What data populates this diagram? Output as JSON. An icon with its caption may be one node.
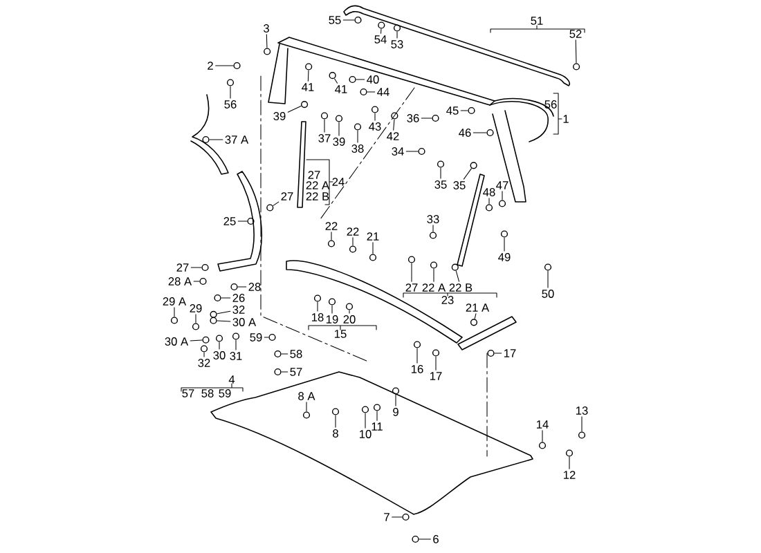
{
  "diagram": {
    "nodes": [
      {
        "text": [
          "55"
        ]
      },
      {
        "text": [
          "54"
        ]
      },
      {
        "text": [
          "53"
        ]
      },
      {
        "text": [
          "52"
        ]
      },
      {
        "text": [
          "3"
        ]
      },
      {
        "text": [
          "2"
        ]
      },
      {
        "text": [
          "56"
        ]
      },
      {
        "text": [
          "41"
        ]
      },
      {
        "text": [
          "41"
        ]
      },
      {
        "text": [
          "40"
        ]
      },
      {
        "text": [
          "44"
        ]
      },
      {
        "text": [
          "39"
        ]
      },
      {
        "text": [
          "37"
        ]
      },
      {
        "text": [
          "39"
        ]
      },
      {
        "text": [
          "38"
        ]
      },
      {
        "text": [
          "43"
        ]
      },
      {
        "text": [
          "42"
        ]
      },
      {
        "text": [
          "36"
        ]
      },
      {
        "text": [
          "45"
        ]
      },
      {
        "text": [
          "46"
        ]
      },
      {
        "text": [
          "37 A"
        ]
      },
      {
        "text": [
          "34"
        ]
      },
      {
        "text": [
          "35"
        ]
      },
      {
        "text": [
          "35"
        ]
      },
      {
        "text": [
          "48"
        ]
      },
      {
        "text": [
          "47"
        ]
      },
      {
        "text": [
          "33"
        ]
      },
      {
        "text": [
          "27"
        ]
      },
      {
        "text": [
          "25"
        ]
      },
      {
        "text": [
          "22"
        ]
      },
      {
        "text": [
          "22"
        ]
      },
      {
        "text": [
          "21"
        ]
      },
      {
        "text": [
          "27"
        ]
      },
      {
        "text": [
          "28 A"
        ]
      },
      {
        "text": [
          "28"
        ]
      },
      {
        "text": [
          "26"
        ]
      },
      {
        "text": [
          "29 A"
        ]
      },
      {
        "text": [
          "29"
        ]
      },
      {
        "text": [
          "32"
        ]
      },
      {
        "text": [
          "30 A"
        ]
      },
      {
        "text": [
          "30 A"
        ]
      },
      {
        "text": [
          "32"
        ]
      },
      {
        "text": [
          "30"
        ]
      },
      {
        "text": [
          "31"
        ]
      },
      {
        "text": [
          "59"
        ]
      },
      {
        "text": [
          "58"
        ]
      },
      {
        "text": [
          "57"
        ]
      },
      {
        "text": [
          "18"
        ]
      },
      {
        "text": [
          "19"
        ]
      },
      {
        "text": [
          "20"
        ]
      },
      {
        "text": [
          "8 A"
        ]
      },
      {
        "text": [
          "8"
        ]
      },
      {
        "text": [
          "9"
        ]
      },
      {
        "text": [
          "10"
        ]
      },
      {
        "text": [
          "11"
        ]
      },
      {
        "text": [
          "16"
        ]
      },
      {
        "text": [
          "17"
        ]
      },
      {
        "text": [
          "17"
        ]
      },
      {
        "text": [
          "21 A"
        ]
      },
      {
        "text": [
          "27"
        ]
      },
      {
        "text": [
          "22 A"
        ]
      },
      {
        "text": [
          "22 B"
        ]
      },
      {
        "text": [
          "49"
        ]
      },
      {
        "text": [
          "50"
        ]
      },
      {
        "text": [
          "14"
        ]
      },
      {
        "text": [
          "13"
        ]
      },
      {
        "text": [
          "12"
        ]
      },
      {
        "text": [
          "7"
        ]
      },
      {
        "text": [
          "6"
        ]
      },
      {
        "text": [],
        "shape": "circle"
      },
      {
        "text": [],
        "shape": "circle"
      },
      {
        "text": [],
        "shape": "circle"
      },
      {
        "text": [],
        "shape": "circle"
      },
      {
        "text": [],
        "shape": "circle"
      },
      {
        "text": [],
        "shape": "circle"
      },
      {
        "text": [],
        "shape": "circle"
      },
      {
        "text": [],
        "shape": "circle"
      },
      {
        "text": [],
        "shape": "circle"
      },
      {
        "text": [],
        "shape": "circle"
      },
      {
        "text": [],
        "shape": "circle"
      },
      {
        "text": [],
        "shape": "circle"
      },
      {
        "text": [],
        "shape": "circle"
      },
      {
        "text": [],
        "shape": "circle"
      },
      {
        "text": [],
        "shape": "circle"
      },
      {
        "text": [],
        "shape": "circle"
      },
      {
        "text": [],
        "shape": "circle"
      },
      {
        "text": [],
        "shape": "circle"
      },
      {
        "text": [],
        "shape": "circle"
      },
      {
        "text": [],
        "shape": "circle"
      },
      {
        "text": [],
        "shape": "circle"
      },
      {
        "text": [],
        "shape": "circle"
      },
      {
        "text": [],
        "shape": "circle"
      },
      {
        "text": [],
        "shape": "circle"
      },
      {
        "text": [],
        "shape": "circle"
      },
      {
        "text": [],
        "shape": "circle"
      },
      {
        "text": [],
        "shape": "circle"
      },
      {
        "text": [],
        "shape": "circle"
      },
      {
        "text": [],
        "shape": "circle"
      },
      {
        "text": [],
        "shape": "circle"
      },
      {
        "text": [],
        "shape": "circle"
      },
      {
        "text": [],
        "shape": "circle"
      },
      {
        "text": [],
        "shape": "circle"
      },
      {
        "text": [],
        "shape": "circle"
      },
      {
        "text": [],
        "shape": "circle"
      },
      {
        "text": [],
        "shape": "circle"
      },
      {
        "text": [],
        "shape": "circle"
      },
      {
        "text": [],
        "shape": "circle"
      },
      {
        "text": [],
        "shape": "circle"
      },
      {
        "text": [],
        "shape": "circle"
      },
      {
        "text": [],
        "shape": "circle"
      },
      {
        "text": [],
        "shape": "circle"
      },
      {
        "text": [],
        "shape": "circle"
      },
      {
        "text": [],
        "shape": "circle"
      },
      {
        "text": [],
        "shape": "circle"
      },
      {
        "text": [],
        "shape": "circle"
      },
      {
        "text": [],
        "shape": "circle"
      },
      {
        "text": [],
        "shape": "circle"
      },
      {
        "text": [],
        "shape": "circle"
      },
      {
        "text": [],
        "shape": "circle"
      },
      {
        "text": [],
        "shape": "circle"
      },
      {
        "text": [],
        "shape": "circle"
      },
      {
        "text": [],
        "shape": "circle"
      },
      {
        "text": [],
        "shape": "circle"
      },
      {
        "text": [],
        "shape": "circle"
      },
      {
        "text": [],
        "shape": "circle"
      },
      {
        "text": [],
        "shape": "circle"
      },
      {
        "text": [],
        "shape": "circle"
      },
      {
        "text": [],
        "shape": "circle"
      },
      {
        "text": [],
        "shape": "circle"
      },
      {
        "text": [],
        "shape": "circle"
      },
      {
        "text": [],
        "shape": "circle"
      },
      {
        "text": [],
        "shape": "circle"
      },
      {
        "text": [],
        "shape": "circle"
      },
      {
        "text": [],
        "shape": "circle"
      },
      {
        "text": [],
        "shape": "circle"
      },
      {
        "text": [],
        "shape": "circle"
      },
      {
        "text": [],
        "shape": "circle"
      },
      {
        "text": [],
        "shape": "circle"
      }
    ],
    "edges": [
      {
        "from": 0,
        "to": 69,
        "arrow": "none"
      },
      {
        "from": 1,
        "to": 70,
        "arrow": "none"
      },
      {
        "from": 2,
        "to": 71,
        "arrow": "none"
      },
      {
        "from": 3,
        "to": 72,
        "arrow": "none"
      },
      {
        "from": 4,
        "to": 73,
        "arrow": "none"
      },
      {
        "from": 5,
        "to": 74,
        "arrow": "none"
      },
      {
        "from": 6,
        "to": 75,
        "arrow": "none"
      },
      {
        "from": 7,
        "to": 76,
        "arrow": "none"
      },
      {
        "from": 8,
        "to": 77,
        "arrow": "none"
      },
      {
        "from": 9,
        "to": 78,
        "arrow": "none"
      },
      {
        "from": 10,
        "to": 79,
        "arrow": "none"
      },
      {
        "from": 11,
        "to": 80,
        "arrow": "none"
      },
      {
        "from": 12,
        "to": 81,
        "arrow": "none"
      },
      {
        "from": 13,
        "to": 82,
        "arrow": "none"
      },
      {
        "from": 14,
        "to": 83,
        "arrow": "none"
      },
      {
        "from": 15,
        "to": 84,
        "arrow": "none"
      },
      {
        "from": 16,
        "to": 85,
        "arrow": "none"
      },
      {
        "from": 17,
        "to": 86,
        "arrow": "none"
      },
      {
        "from": 18,
        "to": 87,
        "arrow": "none"
      },
      {
        "from": 19,
        "to": 88,
        "arrow": "none"
      },
      {
        "from": 20,
        "to": 89,
        "arrow": "none"
      },
      {
        "from": 21,
        "to": 90,
        "arrow": "none"
      },
      {
        "from": 22,
        "to": 91,
        "arrow": "none"
      },
      {
        "from": 23,
        "to": 92,
        "arrow": "none"
      },
      {
        "from": 24,
        "to": 93,
        "arrow": "none"
      },
      {
        "from": 25,
        "to": 94,
        "arrow": "none"
      },
      {
        "from": 26,
        "to": 95,
        "arrow": "none"
      },
      {
        "from": 27,
        "to": 96,
        "arrow": "none"
      },
      {
        "from": 28,
        "to": 97,
        "arrow": "none"
      },
      {
        "from": 29,
        "to": 98,
        "arrow": "none"
      },
      {
        "from": 30,
        "to": 99,
        "arrow": "none"
      },
      {
        "from": 31,
        "to": 100,
        "arrow": "none"
      },
      {
        "from": 32,
        "to": 101,
        "arrow": "none"
      },
      {
        "from": 33,
        "to": 102,
        "arrow": "none"
      },
      {
        "from": 34,
        "to": 103,
        "arrow": "none"
      },
      {
        "from": 35,
        "to": 104,
        "arrow": "none"
      },
      {
        "from": 36,
        "to": 105,
        "arrow": "none"
      },
      {
        "from": 37,
        "to": 106,
        "arrow": "none"
      },
      {
        "from": 38,
        "to": 107,
        "arrow": "none"
      },
      {
        "from": 39,
        "to": 108,
        "arrow": "none"
      },
      {
        "from": 40,
        "to": 109,
        "arrow": "none"
      },
      {
        "from": 41,
        "to": 110,
        "arrow": "none"
      },
      {
        "from": 42,
        "to": 111,
        "arrow": "none"
      },
      {
        "from": 43,
        "to": 112,
        "arrow": "none"
      },
      {
        "from": 44,
        "to": 113,
        "arrow": "none"
      },
      {
        "from": 45,
        "to": 114,
        "arrow": "none"
      },
      {
        "from": 46,
        "to": 115,
        "arrow": "none"
      },
      {
        "from": 47,
        "to": 116,
        "arrow": "none"
      },
      {
        "from": 48,
        "to": 117,
        "arrow": "none"
      },
      {
        "from": 49,
        "to": 118,
        "arrow": "none"
      },
      {
        "from": 50,
        "to": 119,
        "arrow": "none"
      },
      {
        "from": 51,
        "to": 120,
        "arrow": "none"
      },
      {
        "from": 52,
        "to": 121,
        "arrow": "none"
      },
      {
        "from": 53,
        "to": 122,
        "arrow": "none"
      },
      {
        "from": 54,
        "to": 123,
        "arrow": "none"
      },
      {
        "from": 55,
        "to": 124,
        "arrow": "none"
      },
      {
        "from": 56,
        "to": 125,
        "arrow": "none"
      },
      {
        "from": 57,
        "to": 126,
        "arrow": "none"
      },
      {
        "from": 58,
        "to": 127,
        "arrow": "none"
      },
      {
        "from": 59,
        "to": 128,
        "arrow": "none"
      },
      {
        "from": 60,
        "to": 129,
        "arrow": "none"
      },
      {
        "from": 61,
        "to": 130,
        "arrow": "none"
      },
      {
        "from": 62,
        "to": 131,
        "arrow": "none"
      },
      {
        "from": 63,
        "to": 132,
        "arrow": "none"
      },
      {
        "from": 64,
        "to": 133,
        "arrow": "none"
      },
      {
        "from": 65,
        "to": 134,
        "arrow": "none"
      },
      {
        "from": 66,
        "to": 135,
        "arrow": "none"
      },
      {
        "from": 67,
        "to": 136,
        "arrow": "none"
      },
      {
        "from": 68,
        "to": 137,
        "arrow": "none"
      }
    ],
    "labels": [
      "51",
      "56",
      "1",
      "27",
      "22 A",
      "22 B",
      "24",
      "23",
      "15",
      "4",
      "57",
      "58",
      "59"
    ]
  }
}
